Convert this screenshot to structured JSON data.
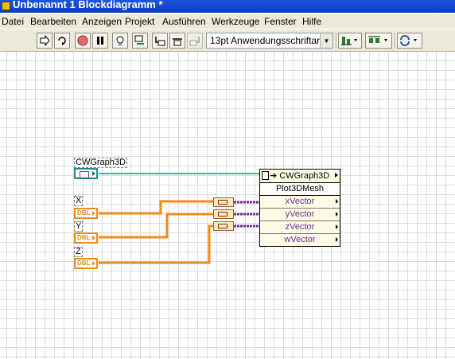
{
  "window": {
    "title": "Unbenannt 1 Blockdiagramm *"
  },
  "menu": [
    {
      "label": "Datei"
    },
    {
      "label": "Bearbeiten"
    },
    {
      "label": "Anzeigen"
    },
    {
      "label": "Projekt"
    },
    {
      "label": "Ausführen"
    },
    {
      "label": "Werkzeuge"
    },
    {
      "label": "Fenster"
    },
    {
      "label": "Hilfe"
    }
  ],
  "toolbar": {
    "font_value": "13pt Anwendungsschriftart",
    "icons": [
      "run-arrow-icon",
      "run-continuously-icon",
      "abort-icon",
      "pause-icon",
      "highlight-execution-icon",
      "retain-wire-values-icon",
      "step-into-icon",
      "step-over-icon",
      "step-out-icon",
      "text-settings-icon",
      "align-objects-icon",
      "distribute-objects-icon",
      "reorder-icon"
    ]
  },
  "diagram": {
    "ref_label": "CWGraph3D",
    "x_label": "X",
    "y_label": "Y",
    "z_label": "Z",
    "dbl_text": "DBL",
    "node": {
      "class": "CWGraph3D",
      "method": "Plot3DMesh",
      "params": [
        "xVector",
        "yVector",
        "zVector",
        "wVector"
      ]
    },
    "colors": {
      "dbl_wire": "#f08a1a",
      "ref_wire": "#1f8a8a",
      "variant_wire": "#6a2c91"
    }
  }
}
